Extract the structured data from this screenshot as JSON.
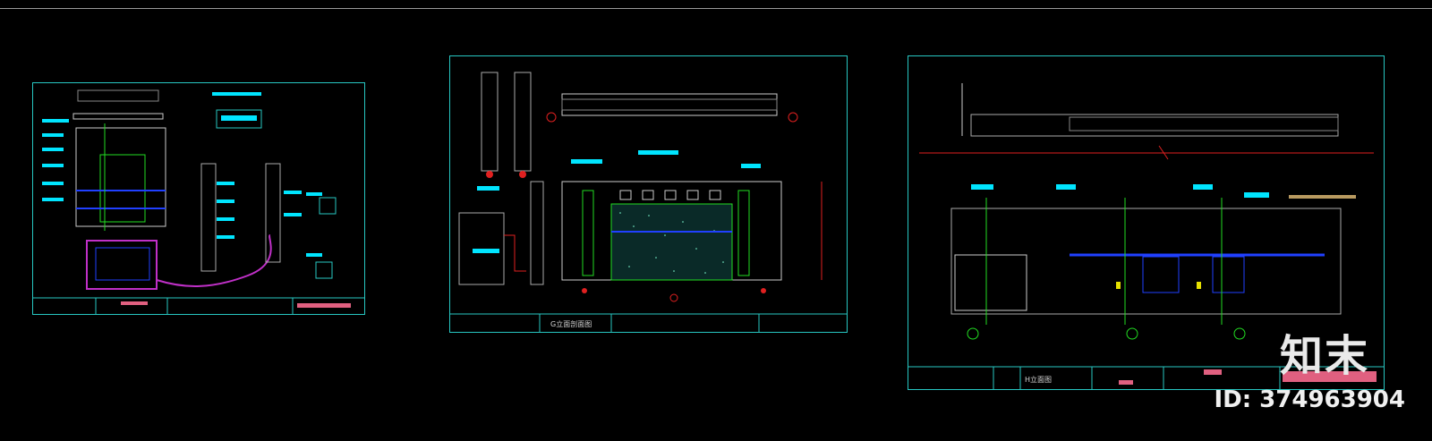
{
  "sheets": [
    {
      "id": "left"
    },
    {
      "id": "middle",
      "caption": "G立面剖面图"
    },
    {
      "id": "right",
      "caption": "H立面图"
    }
  ],
  "watermark": {
    "logo": "知末",
    "id_label": "ID: 374963904"
  },
  "colors": {
    "frame": "#27c7c2",
    "cyan": "#00e5ff",
    "green": "#22dd22",
    "magenta": "#c030c8",
    "red": "#e02020",
    "blue": "#2040ff",
    "yellow": "#e6e000"
  }
}
